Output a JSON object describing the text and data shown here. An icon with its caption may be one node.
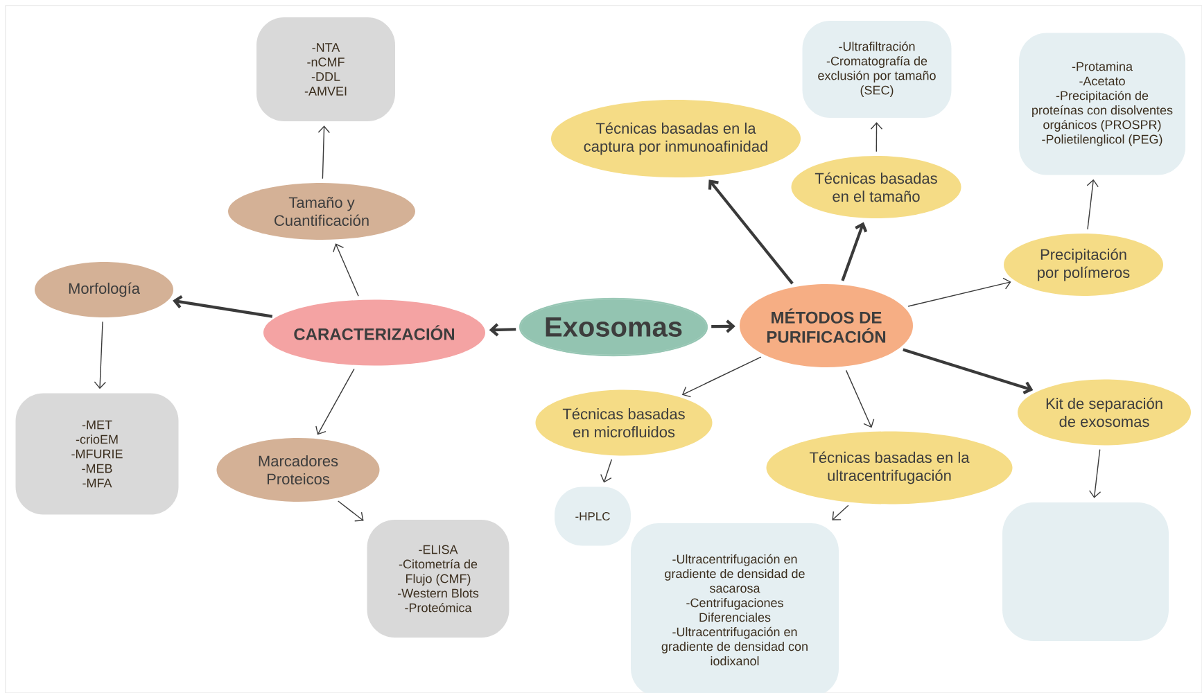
{
  "diagram": {
    "nodes": [
      {
        "text": [
          "Exosomas"
        ]
      },
      {
        "text": [
          "CARACTERIZACIÓN"
        ]
      },
      {
        "text": [
          "Tamaño y Cuantificación"
        ]
      },
      {
        "text": [
          "-NTA",
          "-nCMF",
          "-DDL",
          "-AMVEI"
        ]
      },
      {
        "text": [
          "Morfología"
        ]
      },
      {
        "text": [
          "-MET",
          "-crioEM",
          "-MFURIE",
          "-MEB",
          "-MFA"
        ]
      },
      {
        "text": [
          "Marcadores Proteicos"
        ]
      },
      {
        "text": [
          "-ELISA",
          "-Citometría de Flujo (CMF)",
          "-Western Blots",
          "-Proteómica"
        ]
      },
      {
        "text": [
          "MÉTODOS DE PURIFICACIÓN"
        ]
      },
      {
        "text": [
          "Técnicas basadas en la captura por inmunoafinidad"
        ]
      },
      {
        "text": [
          "Técnicas basadas en el tamaño"
        ]
      },
      {
        "text": [
          "-Ultrafiltración",
          "-Cromatografía de exclusión por tamaño (SEC)"
        ]
      },
      {
        "text": [
          "Precipitación por polímeros"
        ]
      },
      {
        "text": [
          "-Protamina",
          "-Acetato",
          "-Precipitación de proteínas con disolventes orgánicos (PROSPR)",
          "-Polietilenglicol (PEG)"
        ]
      },
      {
        "text": [
          "Kit de separación de exosomas"
        ]
      },
      {
        "text": [],
        "shape": "cloud"
      },
      {
        "text": [
          "Técnicas basadas en la ultracentrifugación"
        ]
      },
      {
        "text": [
          "-Ultracentrifugación en gradiente de densidad de sacarosa",
          "-Centrifugaciones Diferenciales",
          "-Ultracentrifugación en gradiente de densidad con iodixanol"
        ]
      },
      {
        "text": [
          "Técnicas basadas en microfluidos"
        ]
      },
      {
        "text": [
          "-HPLC"
        ]
      }
    ],
    "edges": [
      {
        "from": 0,
        "to": 1,
        "arrow": "to",
        "style": "thick"
      },
      {
        "from": 0,
        "to": 8,
        "arrow": "to",
        "style": "thick"
      },
      {
        "from": 1,
        "to": 2,
        "arrow": "to"
      },
      {
        "from": 2,
        "to": 3,
        "arrow": "to"
      },
      {
        "from": 1,
        "to": 4,
        "arrow": "to",
        "style": "thick"
      },
      {
        "from": 4,
        "to": 5,
        "arrow": "to"
      },
      {
        "from": 1,
        "to": 6,
        "arrow": "to"
      },
      {
        "from": 6,
        "to": 7,
        "arrow": "to"
      },
      {
        "from": 8,
        "to": 9,
        "arrow": "to",
        "style": "thick"
      },
      {
        "from": 8,
        "to": 10,
        "arrow": "to",
        "style": "thick"
      },
      {
        "from": 10,
        "to": 11,
        "arrow": "to"
      },
      {
        "from": 8,
        "to": 12,
        "arrow": "to"
      },
      {
        "from": 12,
        "to": 13,
        "arrow": "to"
      },
      {
        "from": 8,
        "to": 14,
        "arrow": "to",
        "style": "thick"
      },
      {
        "from": 14,
        "to": 15,
        "arrow": "to"
      },
      {
        "from": 8,
        "to": 16,
        "arrow": "to"
      },
      {
        "from": 16,
        "to": 17,
        "arrow": "to"
      },
      {
        "from": 8,
        "to": 18,
        "arrow": "to"
      },
      {
        "from": 18,
        "to": 19,
        "arrow": "to"
      }
    ]
  }
}
